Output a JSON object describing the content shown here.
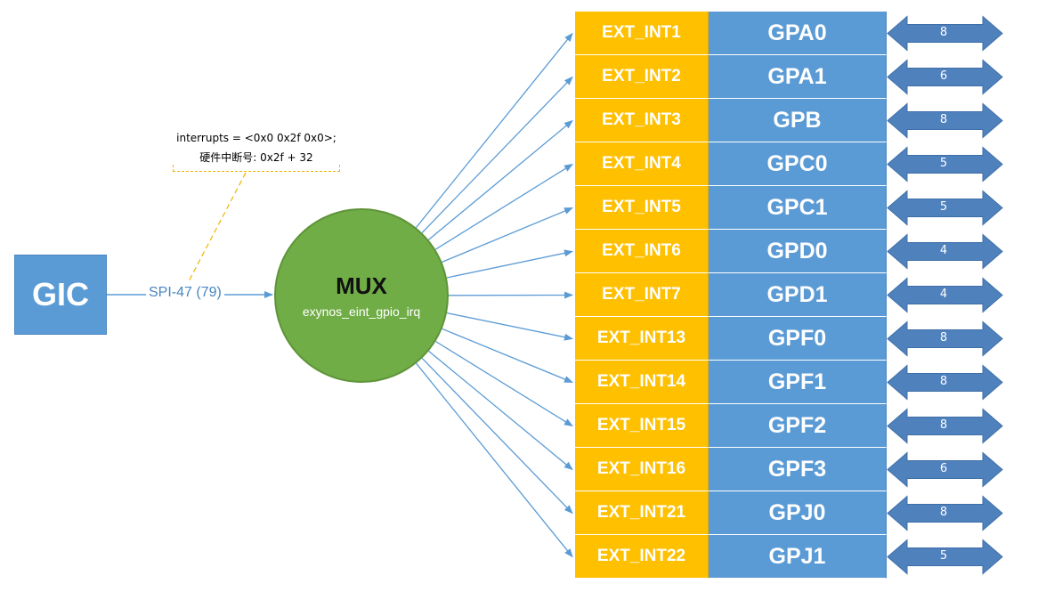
{
  "gic": {
    "label": "GIC"
  },
  "link": {
    "label": "SPI-47 (79)"
  },
  "note": {
    "line1": "interrupts = <0x0 0x2f 0x0>;",
    "line2": "硬件中断号: 0x2f + 32"
  },
  "mux": {
    "title": "MUX",
    "subtitle": "exynos_eint_gpio_irq"
  },
  "rows": [
    {
      "ext": "EXT_INT1",
      "gpio": "GPA0",
      "count": "8"
    },
    {
      "ext": "EXT_INT2",
      "gpio": "GPA1",
      "count": "6"
    },
    {
      "ext": "EXT_INT3",
      "gpio": "GPB",
      "count": "8"
    },
    {
      "ext": "EXT_INT4",
      "gpio": "GPC0",
      "count": "5"
    },
    {
      "ext": "EXT_INT5",
      "gpio": "GPC1",
      "count": "5"
    },
    {
      "ext": "EXT_INT6",
      "gpio": "GPD0",
      "count": "4"
    },
    {
      "ext": "EXT_INT7",
      "gpio": "GPD1",
      "count": "4"
    },
    {
      "ext": "EXT_INT13",
      "gpio": "GPF0",
      "count": "8"
    },
    {
      "ext": "EXT_INT14",
      "gpio": "GPF1",
      "count": "8"
    },
    {
      "ext": "EXT_INT15",
      "gpio": "GPF2",
      "count": "8"
    },
    {
      "ext": "EXT_INT16",
      "gpio": "GPF3",
      "count": "6"
    },
    {
      "ext": "EXT_INT21",
      "gpio": "GPJ0",
      "count": "8"
    },
    {
      "ext": "EXT_INT22",
      "gpio": "GPJ1",
      "count": "5"
    }
  ],
  "colors": {
    "gic": "#5b9bd5",
    "mux": "#70ad47",
    "ext": "#ffc000",
    "gpio": "#5b9bd5",
    "arrow": "#5b9bd5",
    "bus_arrow": "#4f81bd",
    "note_border": "#f0b400"
  }
}
